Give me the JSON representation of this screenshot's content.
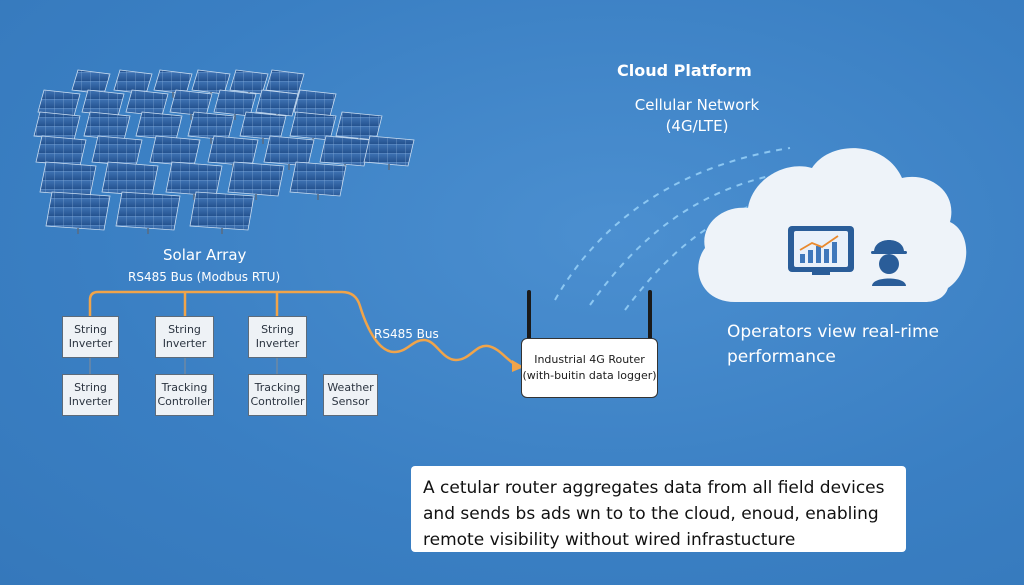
{
  "labels": {
    "cloud_platform": "Cloud Platform",
    "cellular_network": "Cellular Network\n(4G/LTE)",
    "solar_array": "Solar Array",
    "rs485_main_bus": "RS485 Bus (Modbus RTU)",
    "rs485_bus": "RS485 Bus",
    "operators_view": "Operators view real-rime\nperformance"
  },
  "devices": {
    "string_inverter_1": "String\nInverter",
    "string_inverter_2": "String\nInverter",
    "string_inverter_3": "String\nInverter",
    "string_inverter_4": "String\nInverter",
    "tracking_controller_1": "Tracking\nController",
    "tracking_controller_2": "Tracking\nController",
    "weather_sensor": "Weather\nSensor"
  },
  "router": {
    "label": "Industrial 4G Router\n(with-buitin data logger)"
  },
  "caption": {
    "text": "A cetular router aggregates data from all field devices and sends bs ads wn to to the cloud, enoud, enabling remote visibility without wired infrastucture"
  },
  "colors": {
    "background": "#3d82c6",
    "bus_line": "#f0a44a",
    "cloud": "#eef3f9",
    "panel": "#2d5f9e"
  },
  "icons": [
    "solar-panel-icon",
    "tablet-chart-icon",
    "operator-helmet-icon",
    "antenna-icon"
  ]
}
